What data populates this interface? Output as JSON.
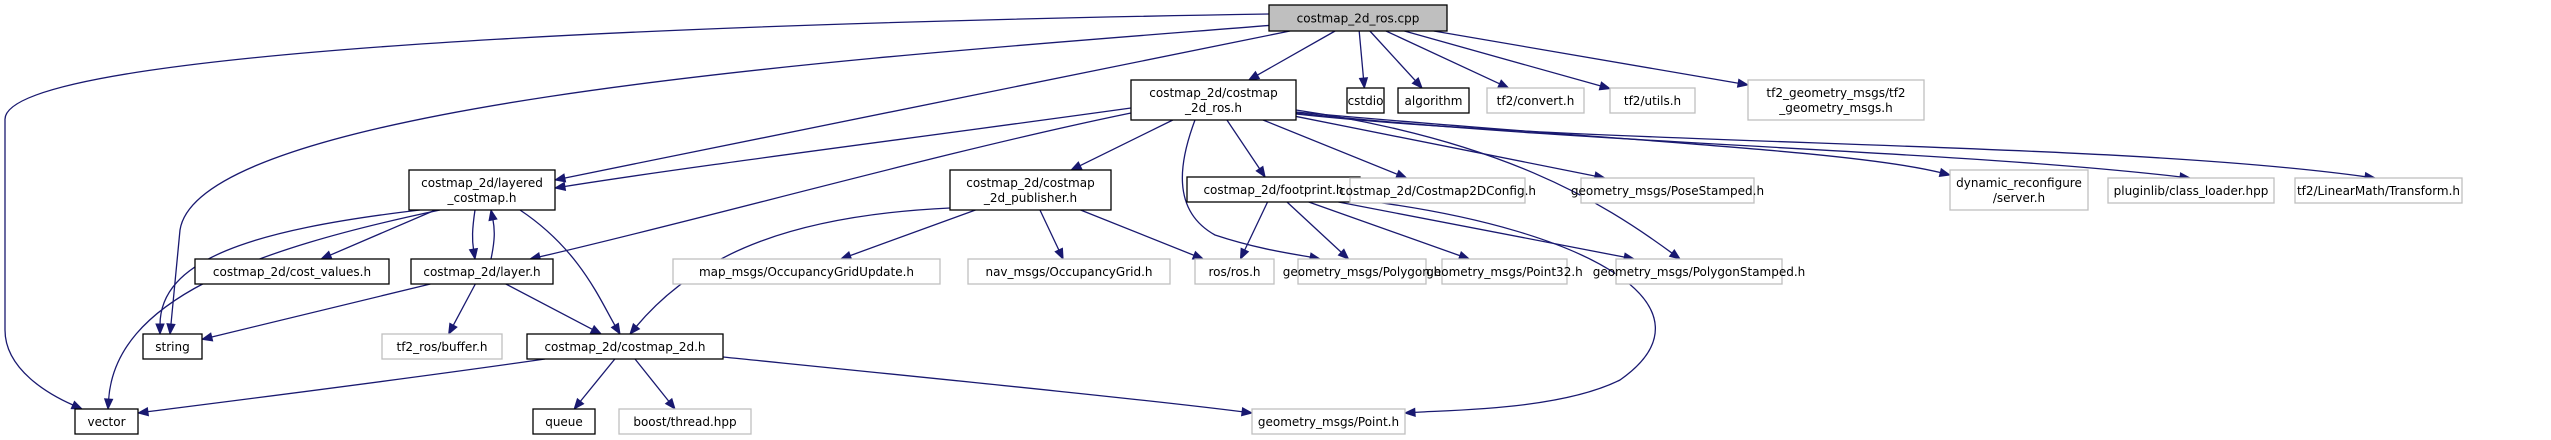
{
  "title": "costmap_2d_ros.cpp include dependency graph",
  "colors": {
    "edge": "#191970",
    "root_fill": "#bfbfbf",
    "local_border": "#000000",
    "external_border": "#bfbfbf"
  },
  "nodes": [
    {
      "id": "root",
      "lines": [
        "costmap_2d_ros.cpp"
      ],
      "kind": "root"
    },
    {
      "id": "ros_h",
      "lines": [
        "costmap_2d/costmap",
        "_2d_ros.h"
      ],
      "kind": "local"
    },
    {
      "id": "cstdio",
      "lines": [
        "cstdio"
      ],
      "kind": "local"
    },
    {
      "id": "algorithm",
      "lines": [
        "algorithm"
      ],
      "kind": "local"
    },
    {
      "id": "tf2_convert",
      "lines": [
        "tf2/convert.h"
      ],
      "kind": "external"
    },
    {
      "id": "tf2_utils",
      "lines": [
        "tf2/utils.h"
      ],
      "kind": "external"
    },
    {
      "id": "tf2_geom",
      "lines": [
        "tf2_geometry_msgs/tf2",
        "_geometry_msgs.h"
      ],
      "kind": "external"
    },
    {
      "id": "layered",
      "lines": [
        "costmap_2d/layered",
        "_costmap.h"
      ],
      "kind": "local"
    },
    {
      "id": "publisher",
      "lines": [
        "costmap_2d/costmap",
        "_2d_publisher.h"
      ],
      "kind": "local"
    },
    {
      "id": "footprint",
      "lines": [
        "costmap_2d/footprint.h"
      ],
      "kind": "local"
    },
    {
      "id": "config",
      "lines": [
        "costmap_2d/Costmap2DConfig.h"
      ],
      "kind": "external"
    },
    {
      "id": "pose",
      "lines": [
        "geometry_msgs/PoseStamped.h"
      ],
      "kind": "external"
    },
    {
      "id": "dynrec",
      "lines": [
        "dynamic_reconfigure",
        "/server.h"
      ],
      "kind": "external"
    },
    {
      "id": "pluginlib",
      "lines": [
        "pluginlib/class_loader.hpp"
      ],
      "kind": "external"
    },
    {
      "id": "transform",
      "lines": [
        "tf2/LinearMath/Transform.h"
      ],
      "kind": "external"
    },
    {
      "id": "cost_values",
      "lines": [
        "costmap_2d/cost_values.h"
      ],
      "kind": "local"
    },
    {
      "id": "layer",
      "lines": [
        "costmap_2d/layer.h"
      ],
      "kind": "local"
    },
    {
      "id": "ogu",
      "lines": [
        "map_msgs/OccupancyGridUpdate.h"
      ],
      "kind": "external"
    },
    {
      "id": "og",
      "lines": [
        "nav_msgs/OccupancyGrid.h"
      ],
      "kind": "external"
    },
    {
      "id": "ros",
      "lines": [
        "ros/ros.h"
      ],
      "kind": "external"
    },
    {
      "id": "polygon",
      "lines": [
        "geometry_msgs/Polygon.h"
      ],
      "kind": "external"
    },
    {
      "id": "point32",
      "lines": [
        "geometry_msgs/Point32.h"
      ],
      "kind": "external"
    },
    {
      "id": "polystamped",
      "lines": [
        "geometry_msgs/PolygonStamped.h"
      ],
      "kind": "external"
    },
    {
      "id": "string",
      "lines": [
        "string"
      ],
      "kind": "local"
    },
    {
      "id": "buffer",
      "lines": [
        "tf2_ros/buffer.h"
      ],
      "kind": "external"
    },
    {
      "id": "costmap2d",
      "lines": [
        "costmap_2d/costmap_2d.h"
      ],
      "kind": "local"
    },
    {
      "id": "vector",
      "lines": [
        "vector"
      ],
      "kind": "local"
    },
    {
      "id": "queue",
      "lines": [
        "queue"
      ],
      "kind": "local"
    },
    {
      "id": "boost_thread",
      "lines": [
        "boost/thread.hpp"
      ],
      "kind": "external"
    },
    {
      "id": "point",
      "lines": [
        "geometry_msgs/Point.h"
      ],
      "kind": "external"
    }
  ],
  "edges": [
    [
      "root",
      "ros_h"
    ],
    [
      "root",
      "cstdio"
    ],
    [
      "root",
      "algorithm"
    ],
    [
      "root",
      "tf2_convert"
    ],
    [
      "root",
      "tf2_utils"
    ],
    [
      "root",
      "tf2_geom"
    ],
    [
      "root",
      "layered"
    ],
    [
      "root",
      "string"
    ],
    [
      "root",
      "vector"
    ],
    [
      "ros_h",
      "layered"
    ],
    [
      "ros_h",
      "layer"
    ],
    [
      "ros_h",
      "publisher"
    ],
    [
      "ros_h",
      "footprint"
    ],
    [
      "ros_h",
      "config"
    ],
    [
      "ros_h",
      "pose"
    ],
    [
      "ros_h",
      "dynrec"
    ],
    [
      "ros_h",
      "pluginlib"
    ],
    [
      "ros_h",
      "transform"
    ],
    [
      "ros_h",
      "polygon"
    ],
    [
      "ros_h",
      "polystamped"
    ],
    [
      "layered",
      "cost_values"
    ],
    [
      "layered",
      "layer"
    ],
    [
      "layered",
      "string"
    ],
    [
      "layered",
      "vector"
    ],
    [
      "layered",
      "costmap2d"
    ],
    [
      "layer",
      "layered"
    ],
    [
      "layer",
      "string"
    ],
    [
      "layer",
      "buffer"
    ],
    [
      "layer",
      "costmap2d"
    ],
    [
      "publisher",
      "costmap2d"
    ],
    [
      "publisher",
      "ogu"
    ],
    [
      "publisher",
      "og"
    ],
    [
      "publisher",
      "ros"
    ],
    [
      "footprint",
      "ros"
    ],
    [
      "footprint",
      "polygon"
    ],
    [
      "footprint",
      "point32"
    ],
    [
      "footprint",
      "polystamped"
    ],
    [
      "footprint",
      "point"
    ],
    [
      "costmap2d",
      "vector"
    ],
    [
      "costmap2d",
      "queue"
    ],
    [
      "costmap2d",
      "boost_thread"
    ],
    [
      "costmap2d",
      "point"
    ]
  ]
}
